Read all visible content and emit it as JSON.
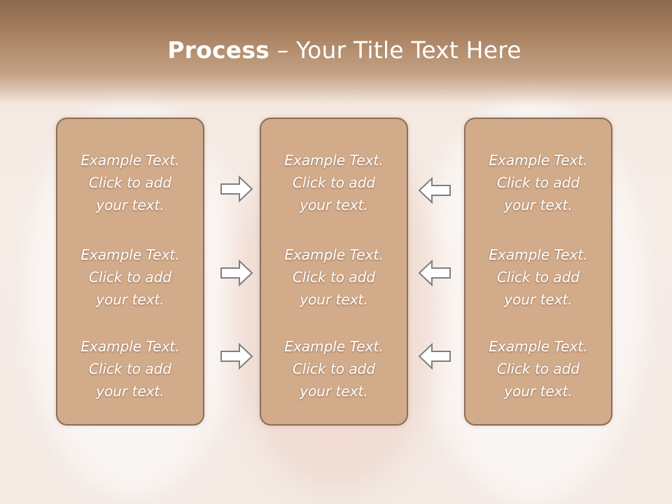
{
  "title": {
    "bold": "Process",
    "rest": " – Your Title Text Here"
  },
  "columns": [
    {
      "items": [
        {
          "line1": "Example Text.",
          "line2": "Click  to add",
          "line3": "your text."
        },
        {
          "line1": "Example Text.",
          "line2": "Click  to add",
          "line3": "your text."
        },
        {
          "line1": "Example Text.",
          "line2": "Click  to add",
          "line3": "your text."
        }
      ]
    },
    {
      "items": [
        {
          "line1": "Example Text.",
          "line2": "Click  to add",
          "line3": "your text."
        },
        {
          "line1": "Example Text.",
          "line2": "Click  to add",
          "line3": "your text."
        },
        {
          "line1": "Example Text.",
          "line2": "Click  to add",
          "line3": "your text."
        }
      ]
    },
    {
      "items": [
        {
          "line1": "Example Text.",
          "line2": "Click  to add",
          "line3": "your text."
        },
        {
          "line1": "Example Text.",
          "line2": "Click  to add",
          "line3": "your text."
        },
        {
          "line1": "Example Text.",
          "line2": "Click  to add",
          "line3": "your text."
        }
      ]
    }
  ],
  "arrows": {
    "left_column": "right-arrow-icon",
    "right_column": "left-arrow-icon"
  },
  "colors": {
    "header": "#a67f5e",
    "box_fill": "#d2ab8b",
    "box_border": "#8a6e58",
    "text": "#ffffff"
  }
}
